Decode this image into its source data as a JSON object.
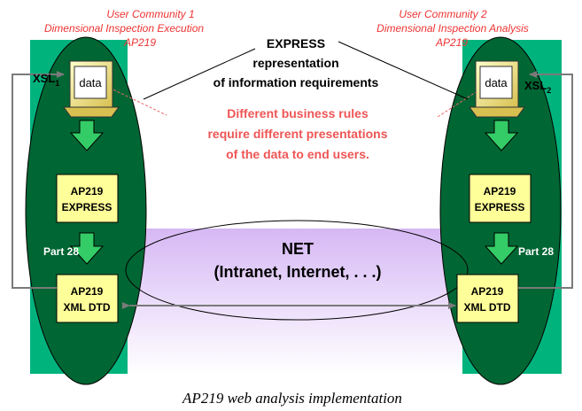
{
  "left_community": {
    "line1": "User Community 1",
    "line2": "Dimensional Inspection Execution",
    "line3": "AP219"
  },
  "right_community": {
    "line1": "User Community 2",
    "line2": "Dimensional Inspection Analysis",
    "line3": "AP219"
  },
  "express_note": {
    "line1": "EXPRESS",
    "line2": "representation",
    "line3": "of information requirements"
  },
  "business_rules": {
    "line1": "Different business rules",
    "line2": "require different presentations",
    "line3": "of the data to end users."
  },
  "left": {
    "xsl_main": "XSL",
    "xsl_sub": "1",
    "monitor_label": "data",
    "express_box": {
      "line1": "AP219",
      "line2": "EXPRESS"
    },
    "part_label": "Part 28",
    "dtd_box": {
      "line1": "AP219",
      "line2": "XML DTD"
    }
  },
  "right": {
    "xsl_main": "XSL",
    "xsl_sub": "2",
    "monitor_label": "data",
    "express_box": {
      "line1": "AP219",
      "line2": "EXPRESS"
    },
    "part_label": "Part 28",
    "dtd_box": {
      "line1": "AP219",
      "line2": "XML DTD"
    }
  },
  "net": {
    "title": "NET",
    "subtitle": "(Intranet, Internet, . . .)"
  },
  "caption": "AP219 web analysis implementation",
  "colors": {
    "green_panel": "#00b37d",
    "dark_green": "#006633",
    "arrow_green": "#33cc66",
    "box_yellow": "#ffff99",
    "net_purple": "#e0c8f8",
    "red_text": "#ee3333",
    "gray_line": "#7a7a7a"
  }
}
